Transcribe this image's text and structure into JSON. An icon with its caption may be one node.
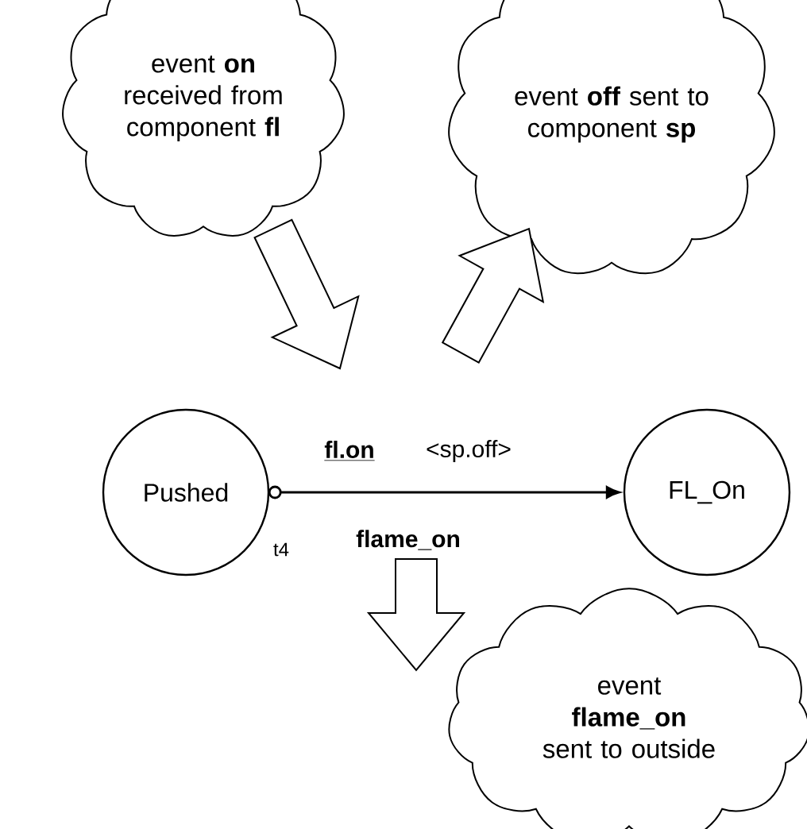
{
  "diagram": {
    "nodes": [
      {
        "text": [
          "event **on** received from component **fl**"
        ]
      },
      {
        "text": [
          "event **off** sent to component **sp**"
        ]
      },
      {
        "text": [
          "Pushed"
        ]
      },
      {
        "text": [
          "FL_On"
        ]
      },
      {
        "text": [
          "event **flame_on** sent to outside"
        ]
      }
    ],
    "edges": [
      {
        "from": 2,
        "to": 3,
        "arrow": "to"
      },
      {
        "from": 0,
        "to": null,
        "arrow": "to",
        "style": "thick"
      },
      {
        "from": null,
        "to": 1,
        "arrow": "to",
        "style": "thick"
      },
      {
        "from": null,
        "to": 4,
        "arrow": "to",
        "style": "thick"
      }
    ],
    "labels": [
      "fl.on",
      "<sp.off>",
      "t4",
      "flame_on"
    ]
  }
}
